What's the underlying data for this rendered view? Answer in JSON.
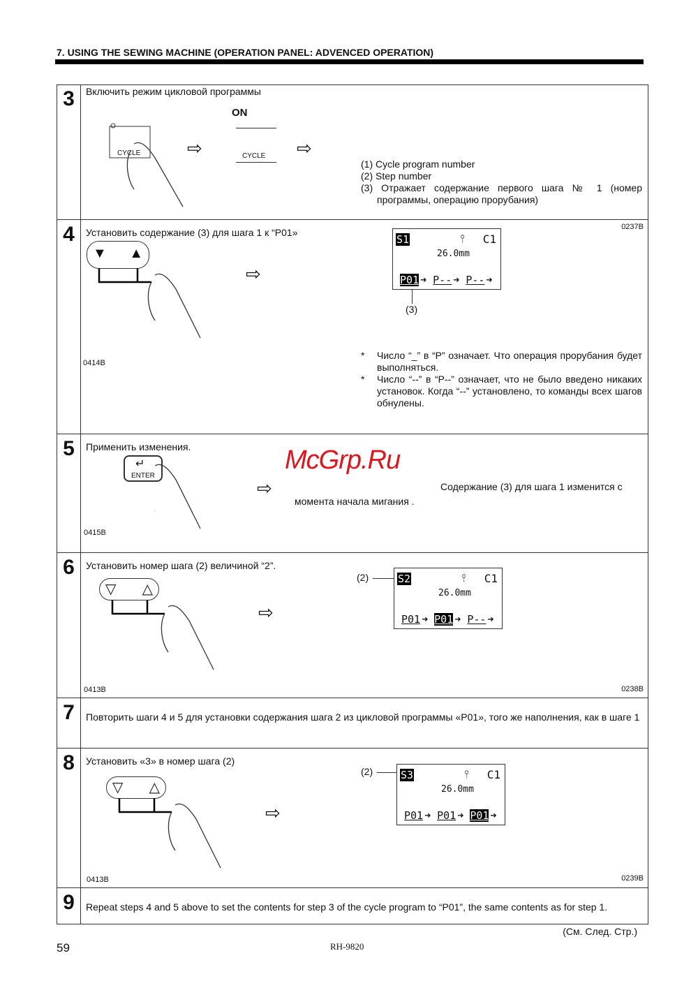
{
  "header": {
    "title": "7. USING THE SEWING MACHINE (OPERATION PANEL: ADVENCED OPERATION)"
  },
  "steps": [
    {
      "num": "3",
      "text": "Включить режим цикловой программы",
      "on_label": "ON",
      "button": "CYCLE",
      "notes": [
        "(1) Cycle program number",
        "(2) Step number",
        "(3) Отражает содержание первого шага № 1 (номер программы, операцию прорубания)"
      ]
    },
    {
      "num": "4",
      "text": "Установить содержание (3) для шага 1 к “P01»",
      "code_left": "0414B",
      "code_right": "0237B",
      "callout": "(3)",
      "lcd": {
        "step": "S1",
        "cycle": "C1",
        "length": "26.0mm",
        "slots": [
          "P01",
          "P--",
          "P--"
        ],
        "active": 0
      },
      "notes": [
        "Число “_” в “P” означает. Что операция прорубания будет выполняться.",
        "Число “--” в “P--” означает, что не было введено никаких установок. Когда “--” установлено, то команды всех шагов обнулены."
      ],
      "bullet": "*"
    },
    {
      "num": "5",
      "text": "Применить изменения.",
      "button": "ENTER",
      "code_left": "0415B",
      "note": "Содержание (3) для шага 1 изменится с",
      "note2": "момента начала мигания ."
    },
    {
      "num": "6",
      "text": "Установить номер шага (2) величиной “2”.",
      "code_left": "0413B",
      "code_right": "0238B",
      "callout": "(2)",
      "lcd": {
        "step": "S2",
        "cycle": "C1",
        "length": "26.0mm",
        "slots": [
          "P01",
          "P01",
          "P--"
        ],
        "active": 1
      }
    },
    {
      "num": "7",
      "text": "Повторить шаги 4 и 5 для установки содержания шага 2 из цикловой программы «P01», того же наполнения, как в шаге 1"
    },
    {
      "num": "8",
      "text": "Установить «3» в номер шага (2)",
      "code_left": "0413B",
      "code_right": "0239B",
      "callout": "(2)",
      "lcd": {
        "step": "S3",
        "cycle": "C1",
        "length": "26.0mm",
        "slots": [
          "P01",
          "P01",
          "P01"
        ],
        "active": 2
      }
    },
    {
      "num": "9",
      "text": "Repeat steps 4 and 5 above to set the contents for step 3 of the cycle program to “P01”, the same contents as for step 1."
    }
  ],
  "footer": {
    "page": "59",
    "model": "RH-9820",
    "continued": "(См. След. Стр.)"
  },
  "watermark": "McGrp.Ru"
}
